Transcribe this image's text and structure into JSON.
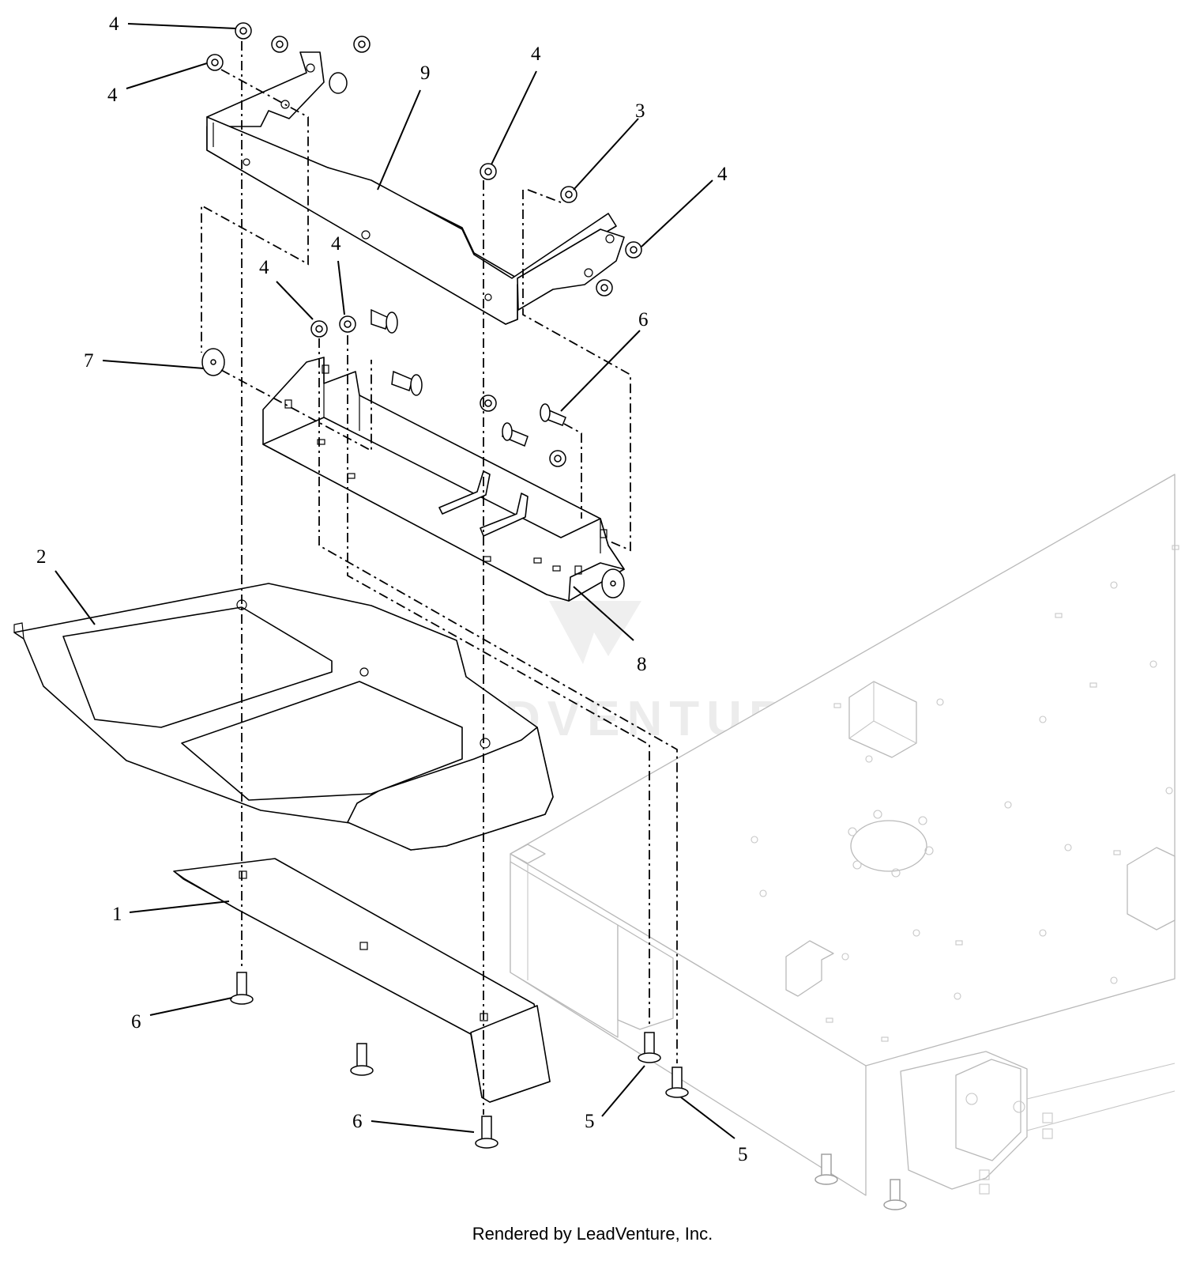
{
  "watermark": {
    "text": "LEADVENTURE"
  },
  "footer": {
    "credit": "Rendered by LeadVenture, Inc."
  },
  "callouts": [
    {
      "id": "c01",
      "label": "4"
    },
    {
      "id": "c02",
      "label": "4"
    },
    {
      "id": "c03",
      "label": "9"
    },
    {
      "id": "c04",
      "label": "4"
    },
    {
      "id": "c05",
      "label": "3"
    },
    {
      "id": "c06",
      "label": "4"
    },
    {
      "id": "c07",
      "label": "4"
    },
    {
      "id": "c08",
      "label": "4"
    },
    {
      "id": "c09",
      "label": "7"
    },
    {
      "id": "c10",
      "label": "6"
    },
    {
      "id": "c11",
      "label": "2"
    },
    {
      "id": "c12",
      "label": "8"
    },
    {
      "id": "c13",
      "label": "1"
    },
    {
      "id": "c14",
      "label": "6"
    },
    {
      "id": "c15",
      "label": "6"
    },
    {
      "id": "c16",
      "label": "5"
    },
    {
      "id": "c17",
      "label": "5"
    }
  ]
}
